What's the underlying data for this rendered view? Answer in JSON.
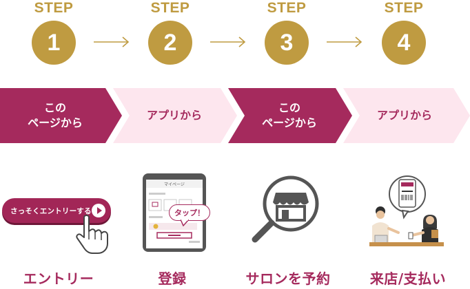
{
  "steps": [
    {
      "label": "STEP",
      "number": "1"
    },
    {
      "label": "STEP",
      "number": "2"
    },
    {
      "label": "STEP",
      "number": "3"
    },
    {
      "label": "STEP",
      "number": "4"
    }
  ],
  "flow": [
    {
      "text": "この\nページから"
    },
    {
      "text": "アプリから"
    },
    {
      "text": "この\nページから"
    },
    {
      "text": "アプリから"
    }
  ],
  "entry_button": {
    "label": "さっそくエントリーする"
  },
  "phone": {
    "header": "マイページ",
    "tap_bubble": "タップ！"
  },
  "bottom_labels": [
    "エントリー",
    "登録",
    "サロンを予約",
    "来店/支払い"
  ],
  "colors": {
    "gold": "#bf9b41",
    "brand": "#a52a5d",
    "pink_light": "#fde6ee"
  }
}
